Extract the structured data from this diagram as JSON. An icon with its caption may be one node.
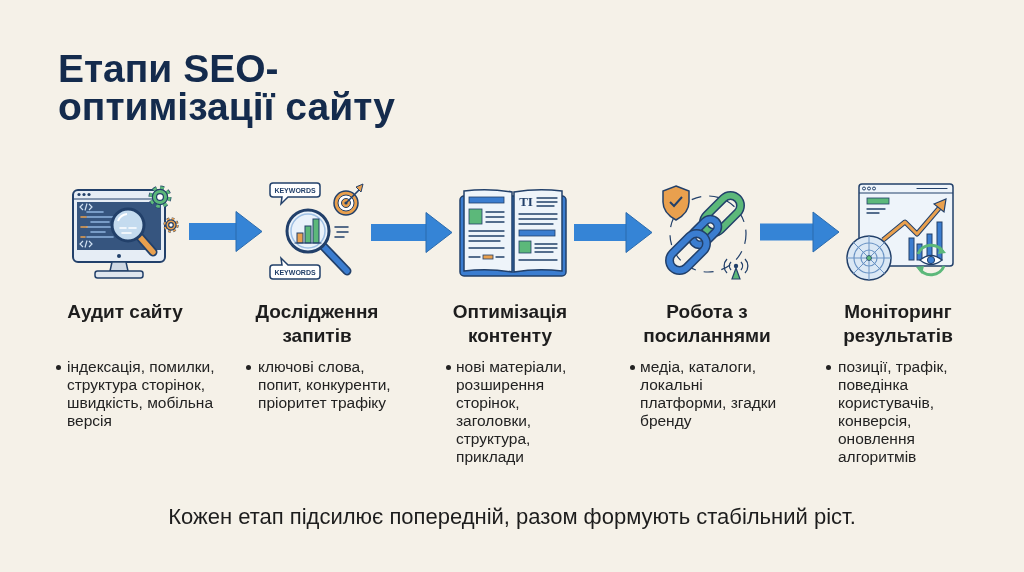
{
  "diagram": {
    "title": "Етапи SEO-оптимізації сайту",
    "nodes": [
      {
        "text": [
          "Аудит сайту",
          "індексація, помилки, структура сторінок, швидкість, мобільна версія"
        ]
      },
      {
        "text": [
          "Дослідження запитів",
          "ключові слова, попит, конкуренти, пріоритет трафіку"
        ]
      },
      {
        "text": [
          "Оптимізація контенту",
          "нові матеріали, розширення сторінок, заголовки, структура, приклади"
        ]
      },
      {
        "text": [
          "Робота з посиланнями",
          "медіа, каталоги, локальні платформи, згадки бренду"
        ]
      },
      {
        "text": [
          "Моніторинг результатів",
          "позиції, трафік, поведінка користувачів, конверсія, оновлення алгоритмів"
        ]
      }
    ],
    "edges": [
      {
        "from": 0,
        "to": 1,
        "arrow": "to",
        "style": "thick"
      },
      {
        "from": 1,
        "to": 2,
        "arrow": "to",
        "style": "thick"
      },
      {
        "from": 2,
        "to": 3,
        "arrow": "to",
        "style": "thick"
      },
      {
        "from": 3,
        "to": 4,
        "arrow": "to",
        "style": "thick"
      }
    ],
    "labels": [
      "KEYWORDS",
      "KEYWORDS",
      "TI"
    ],
    "caption": "Кожен етап підсилює попередній, разом формують стабільний ріст."
  }
}
